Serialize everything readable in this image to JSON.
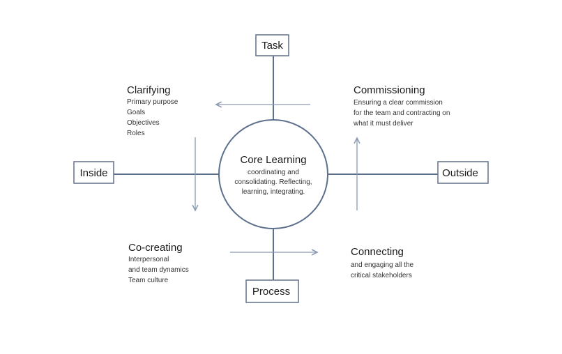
{
  "nodes": {
    "task": "Task",
    "inside": "Inside",
    "outside": "Outside",
    "process": "Process"
  },
  "core": {
    "title": "Core Learning",
    "lines": [
      "coordinating and",
      "consolidating. Reflecting,",
      "learning, integrating."
    ]
  },
  "quadrants": {
    "clarifying": {
      "title": "Clarifying",
      "lines": [
        "Primary purpose",
        "Goals",
        "Objectives",
        "Roles"
      ]
    },
    "commissioning": {
      "title": "Commissioning",
      "lines": [
        "Ensuring a clear commission",
        "for the team and contracting on",
        "what it must deliver"
      ]
    },
    "cocreating": {
      "title": "Co-creating",
      "lines": [
        "Interpersonal",
        "and team dynamics",
        "Team culture"
      ]
    },
    "connecting": {
      "title": "Connecting",
      "lines": [
        "and engaging all the",
        "critical stakeholders"
      ]
    }
  },
  "colors": {
    "line": "#5c6f8c",
    "arrow": "#8a9ab0"
  }
}
